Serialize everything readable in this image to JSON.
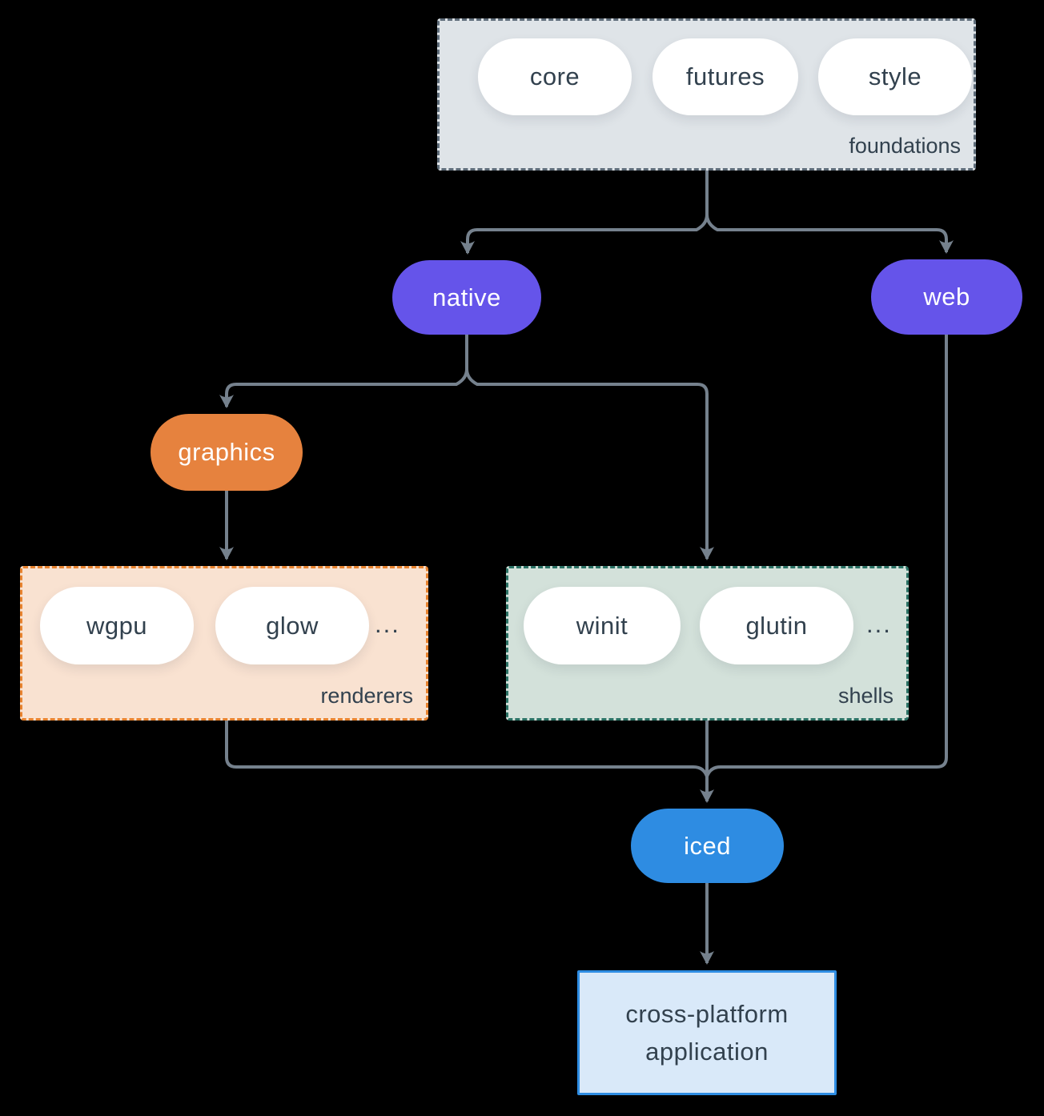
{
  "diagram": {
    "foundations": {
      "label": "foundations",
      "pills": [
        "core",
        "futures",
        "style"
      ]
    },
    "native": {
      "label": "native"
    },
    "web": {
      "label": "web"
    },
    "graphics": {
      "label": "graphics"
    },
    "renderers": {
      "label": "renderers",
      "pills": [
        "wgpu",
        "glow"
      ],
      "ellipsis": "..."
    },
    "shells": {
      "label": "shells",
      "pills": [
        "winit",
        "glutin"
      ],
      "ellipsis": "..."
    },
    "iced": {
      "label": "iced"
    },
    "application": {
      "lines": [
        "cross-platform",
        "application"
      ]
    }
  },
  "colors": {
    "background": "#000000",
    "arrow": "#75818d",
    "purple": "#6554ea",
    "orange": "#e6823e",
    "blue": "#2e8ce2",
    "white": "#ffffff",
    "pill_text": "#32414e",
    "foundations_fill": "#dfe4e8",
    "foundations_border": "#5f6d7a",
    "renderers_fill": "#f9e2d1",
    "renderers_border": "#e8832f",
    "shells_fill": "#d3e1da",
    "shells_border": "#2b7265",
    "application_fill": "#d9e9f9",
    "application_border": "#2e8de3"
  }
}
